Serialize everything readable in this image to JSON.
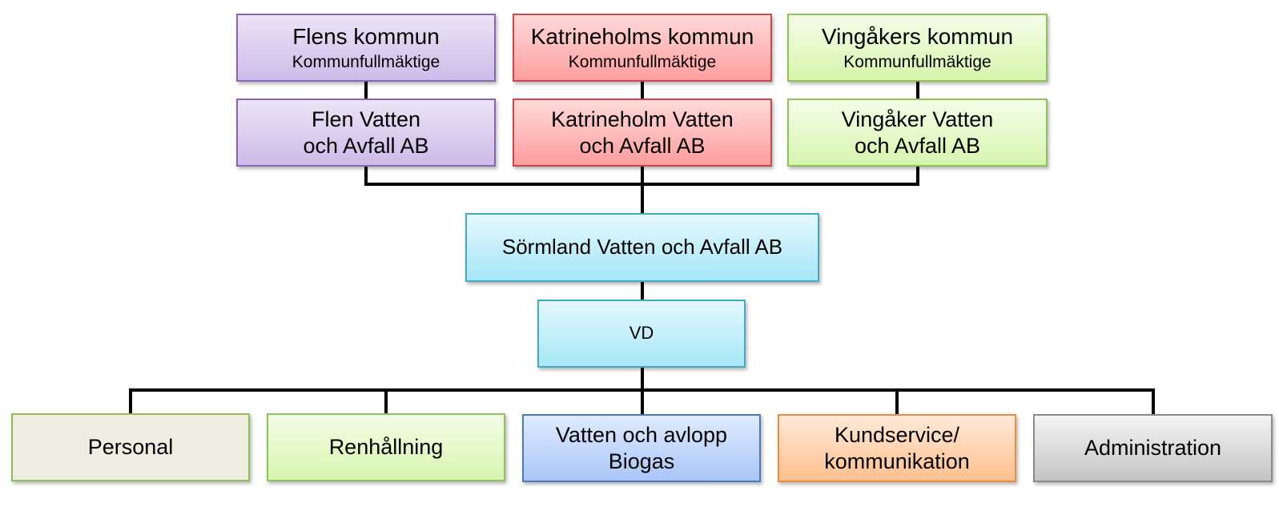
{
  "municipalities": [
    {
      "name": "Flens kommun",
      "body": "Kommunfullmäktige"
    },
    {
      "name": "Katrineholms kommun",
      "body": "Kommunfullmäktige"
    },
    {
      "name": "Vingåkers kommun",
      "body": "Kommunfullmäktige"
    }
  ],
  "local_companies": [
    {
      "line1": "Flen Vatten",
      "line2": "och Avfall AB"
    },
    {
      "line1": "Katrineholm Vatten",
      "line2": "och Avfall AB"
    },
    {
      "line1": "Vingåker Vatten",
      "line2": "och Avfall AB"
    }
  ],
  "parent_company": "Sörmland Vatten och Avfall AB",
  "ceo": "VD",
  "departments": [
    {
      "line1": "Personal",
      "line2": ""
    },
    {
      "line1": "Renhållning",
      "line2": ""
    },
    {
      "line1": "Vatten och avlopp",
      "line2": "Biogas"
    },
    {
      "line1": "Kundservice/",
      "line2": "kommunikation"
    },
    {
      "line1": "Administration",
      "line2": ""
    }
  ],
  "colors": {
    "flen": "#cdbbe9",
    "katrineholm": "#ff9e9e",
    "vingaker": "#d7f5ad",
    "central": "#a6e7f7",
    "personal": "#efece1",
    "renhallning": "#d7f5ad",
    "vatten": "#a9c6f7",
    "kundservice": "#ffc08e",
    "administration": "#c4c4c4",
    "connector": "#000000"
  }
}
